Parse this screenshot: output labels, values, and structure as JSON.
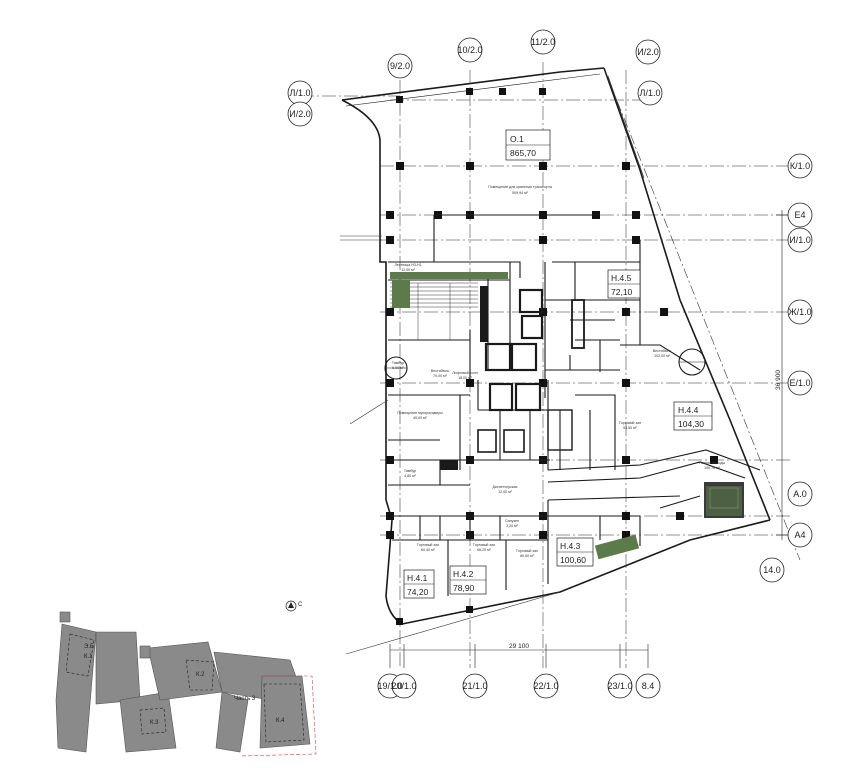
{
  "axes": {
    "top": [
      "9/2.0",
      "10/2.0",
      "11/2.0",
      "И/2.0"
    ],
    "left": [
      "Л/1.0",
      "И/2.0"
    ],
    "right": [
      "Л/1.0",
      "К/1.0",
      "Е4",
      "И/1.0",
      "Ж/1.0",
      "Е/1.0",
      "А.0",
      "А4",
      "14.0"
    ],
    "bottom": [
      "19/1.0",
      "20/1.0",
      "21/1.0",
      "22/1.0",
      "23/1.0",
      "8.4"
    ]
  },
  "units": [
    {
      "code": "О.1",
      "area": "865,70"
    },
    {
      "code": "Н.4.5",
      "area": "72,10"
    },
    {
      "code": "Н.4.4",
      "area": "104,30"
    },
    {
      "code": "Н.4.3",
      "area": "100,60"
    },
    {
      "code": "Н.4.2",
      "area": "78,90"
    },
    {
      "code": "Н.4.1",
      "area": "74,20"
    }
  ],
  "dimensions": {
    "width": "29 100",
    "height": "36 900"
  },
  "rooms": [
    {
      "name": "Помещение для хранения транспорта",
      "area": "509,94 м²"
    },
    {
      "name": "Лестница Н3-Н1",
      "area": "12,00 м²"
    },
    {
      "name": "Тамбур",
      "area": "6,00 м²"
    },
    {
      "name": "Вестибюль",
      "area": "70,00 м²"
    },
    {
      "name": "Лифтовой холл",
      "area": "18,00 м²"
    },
    {
      "name": "Торговый зал",
      "area": "54,50 м²"
    },
    {
      "name": "Вестибюль",
      "area": "102,00 м²"
    },
    {
      "name": "Диспетчерская",
      "area": "12,00 м²"
    },
    {
      "name": "Торговый зал",
      "area": "60,40 м²"
    },
    {
      "name": "Торговый зал",
      "area": "66,20 м²"
    },
    {
      "name": "Торговый зал",
      "area": "80,60 м²"
    },
    {
      "name": "Помещение мусорокамеры",
      "area": "40,00 м²"
    },
    {
      "name": "Тамбур",
      "area": "4,80 м²"
    },
    {
      "name": "Санузел",
      "area": "3,20 м²"
    },
    {
      "name": "Ранние выходы",
      "area": "100,70 м²"
    }
  ],
  "keymap": {
    "labels": [
      "К.1",
      "К.2",
      "К.3",
      "К.4",
      "Часть 3",
      "Э.Б"
    ],
    "north": "С"
  },
  "colors": {
    "line": "#1a1a1a",
    "column": "#111111",
    "green": "#5c7a4a",
    "dark_fill": "#2b2b2b",
    "keymap_fill": "#8a8a8a"
  }
}
